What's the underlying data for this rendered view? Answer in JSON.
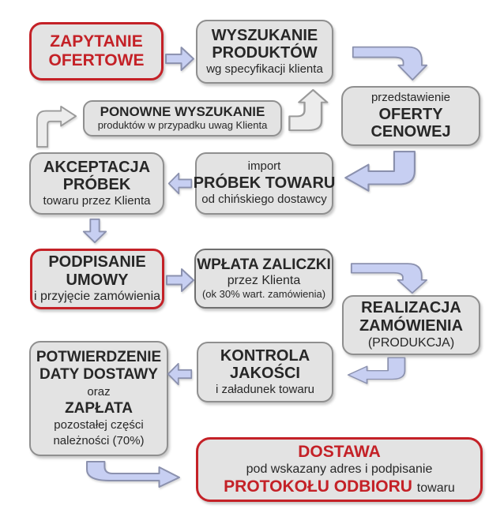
{
  "colors": {
    "background": "#ffffff",
    "box_fill": "#e3e3e3",
    "box_border": "#8f8f8f",
    "box_border_dark": "#6f6f6f",
    "red_accent": "#c42127",
    "text_dark": "#272727",
    "arrow_blue_fill": "#c7cff2",
    "arrow_blue_stroke": "#8b91ae",
    "arrow_gray_fill": "#ececec",
    "arrow_gray_stroke": "#9a9a9a"
  },
  "boxes": {
    "zapytanie_ofertowe": {
      "line1": "ZAPYTANIE",
      "line2": "OFERTOWE"
    },
    "wyszukanie_produktow": {
      "line1": "WYSZUKANIE",
      "line2": "PRODUKTÓW",
      "line3": "wg specyfikacji klienta"
    },
    "oferta_cenowa": {
      "line1": "przedstawienie",
      "line2": "OFERTY",
      "line3": "CENOWEJ"
    },
    "ponowne_wyszukanie": {
      "line1": "PONOWNE WYSZUKANIE",
      "line2": "produktów w przypadku uwag Klienta"
    },
    "akceptacja_probek": {
      "line1": "AKCEPTACJA",
      "line2": "PRÓBEK",
      "line3": "towaru przez Klienta"
    },
    "import_probek": {
      "line1": "import",
      "line2": "PRÓBEK TOWARU",
      "line3": "od chińskiego dostawcy"
    },
    "podpisanie_umowy": {
      "line1": "PODPISANIE",
      "line2": "UMOWY",
      "line3": "i przyjęcie zamówienia"
    },
    "wplata_zaliczki": {
      "line1": "WPŁATA ZALICZKI",
      "line2": "przez Klienta",
      "line3": "(ok 30% wart. zamówienia)"
    },
    "realizacja_zamowienia": {
      "line1": "REALIZACJA",
      "line2": "ZAMÓWIENIA",
      "line3": "(PRODUKCJA)"
    },
    "kontrola_jakosci": {
      "line1": "KONTROLA",
      "line2": "JAKOŚCI",
      "line3": "i załadunek towaru"
    },
    "potwierdzenie_zaplata": {
      "line1": "POTWIERDZENIE",
      "line2": "DATY DOSTAWY",
      "line3": "oraz",
      "line4": "ZAPŁATA",
      "line5": "pozostałej części",
      "line6": "należności (70%)"
    },
    "dostawa": {
      "line1": "DOSTAWA",
      "line2": "pod wskazany adres i podpisanie",
      "line3_red": "PROTOKOŁU ODBIORU",
      "line3_suffix": "towaru"
    }
  },
  "arrows": [
    {
      "name": "arrow-zapytanie-to-wyszukanie",
      "style": "blue",
      "direction": "right"
    },
    {
      "name": "arrow-wyszukanie-to-oferta",
      "style": "blue",
      "direction": "elbow-down"
    },
    {
      "name": "arrow-loop-to-ponowne",
      "style": "gray",
      "direction": "elbow-up-right"
    },
    {
      "name": "arrow-ponowne-to-wyszukanie",
      "style": "gray",
      "direction": "elbow-up"
    },
    {
      "name": "arrow-oferta-to-import",
      "style": "blue",
      "direction": "elbow-left"
    },
    {
      "name": "arrow-import-to-akceptacja",
      "style": "blue",
      "direction": "left"
    },
    {
      "name": "arrow-akceptacja-to-podpisanie",
      "style": "blue",
      "direction": "down"
    },
    {
      "name": "arrow-podpisanie-to-wplata",
      "style": "blue",
      "direction": "right"
    },
    {
      "name": "arrow-wplata-to-realizacja",
      "style": "blue",
      "direction": "elbow-down"
    },
    {
      "name": "arrow-realizacja-to-kontrola",
      "style": "blue",
      "direction": "elbow-left"
    },
    {
      "name": "arrow-kontrola-to-potwierdzenie",
      "style": "blue",
      "direction": "left"
    },
    {
      "name": "arrow-potwierdzenie-to-dostawa",
      "style": "blue",
      "direction": "elbow-right"
    }
  ]
}
